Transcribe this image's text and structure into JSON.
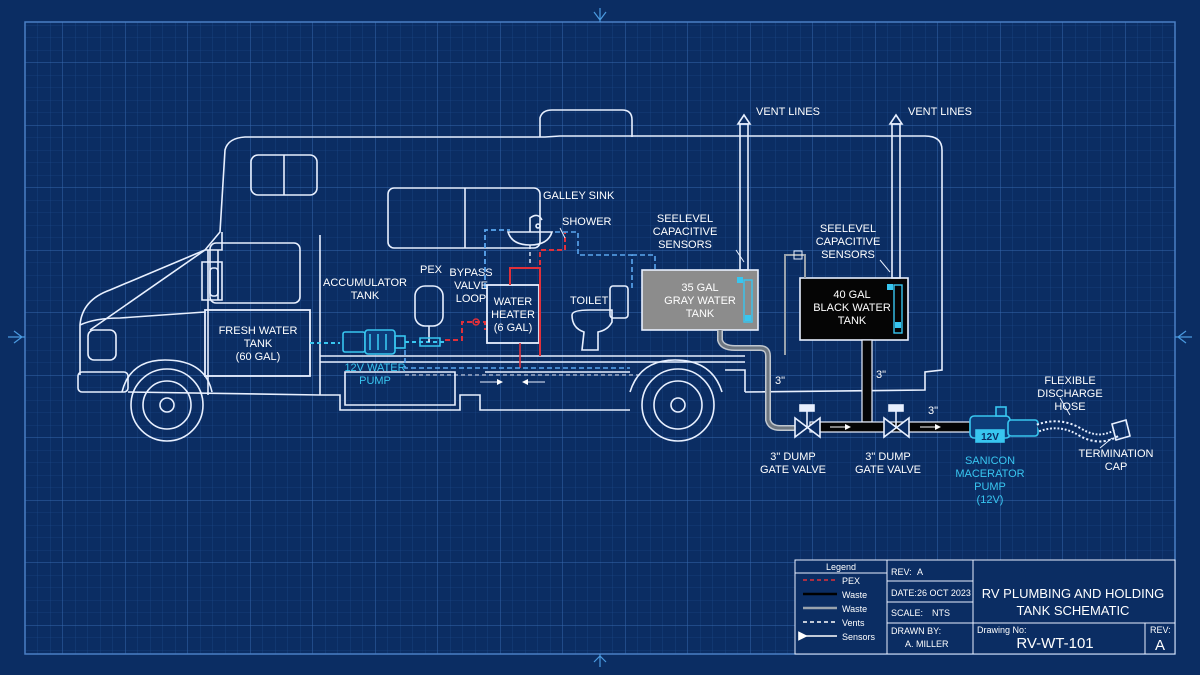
{
  "labels": {
    "vent_lines_1": "VENT LINES",
    "vent_lines_2": "VENT LINES",
    "galley_sink": "GALLEY SINK",
    "shower": "SHOWER",
    "pex": "PEX",
    "accumulator_tank": [
      "ACCUMULATOR",
      "TANK"
    ],
    "bypass_valve_loop": [
      "BYPASS",
      "VALVE",
      "LOOP"
    ],
    "water_heater": [
      "WATER",
      "HEATER",
      "(6 GAL)"
    ],
    "toilet": "TOILET",
    "fresh_water_tank": [
      "FRESH WATER",
      "TANK",
      "(60 GAL)"
    ],
    "water_pump": [
      "12V WATER",
      "PUMP"
    ],
    "sensors_gray": [
      "SEELEVEL",
      "CAPACITIVE",
      "SENSORS"
    ],
    "sensors_black": [
      "SEELEVEL",
      "CAPACITIVE",
      "SENSORS"
    ],
    "gray_tank": [
      "35 GAL",
      "GRAY WATER",
      "TANK"
    ],
    "black_tank": [
      "40 GAL",
      "BLACK WATER",
      "TANK"
    ],
    "pipe_size_1": "3\"",
    "pipe_size_2": "3\"",
    "pipe_size_3": "3\"",
    "dump_valve_1": [
      "3\" DUMP",
      "GATE VALVE"
    ],
    "dump_valve_2": [
      "3\" DUMP",
      "GATE VALVE"
    ],
    "macerator_badge": "12V",
    "macerator": [
      "SANICON",
      "MACERATOR",
      "PUMP",
      "(12V)"
    ],
    "hose": [
      "FLEXIBLE",
      "DISCHARGE",
      "HOSE"
    ],
    "cap": [
      "TERMINATION",
      "CAP"
    ]
  },
  "legend": {
    "title": "Legend",
    "items": [
      {
        "label": "PEX",
        "color": "#e0303a",
        "style": "dash"
      },
      {
        "label": "Waste",
        "color": "#000000",
        "style": "solid"
      },
      {
        "label": "Waste",
        "color": "#9aa3ad",
        "style": "solid"
      },
      {
        "label": "Vents",
        "color": "#ffffff",
        "style": "dash"
      },
      {
        "label": "Sensors",
        "color": "#ffffff",
        "style": "arrow"
      }
    ]
  },
  "title_block": {
    "rev_label": "REV:",
    "rev_value": "A",
    "date_label": "DATE:",
    "date_value": "26 OCT 2023",
    "scale_label": "SCALE:",
    "scale_value": "NTS",
    "drawn_label": "DRAWN BY:",
    "drawn_value": "A. MILLER",
    "title_lines": [
      "RV PLUMBING AND HOLDING",
      "TANK SCHEMATIC"
    ],
    "drawing_no_label": "Drawing No:",
    "drawing_no": "RV-WT-101",
    "rev2_label": "REV:",
    "rev2_value": "A"
  },
  "colors": {
    "background": "#0b2d63",
    "grid": "#2a5a9c",
    "line": "#e8f0ff",
    "cyan": "#38c6f0",
    "pex_red": "#e0303a",
    "blue_dash": "#5aa7f0",
    "gray_tank": "#8c8c8c",
    "black_tank": "#050505"
  }
}
